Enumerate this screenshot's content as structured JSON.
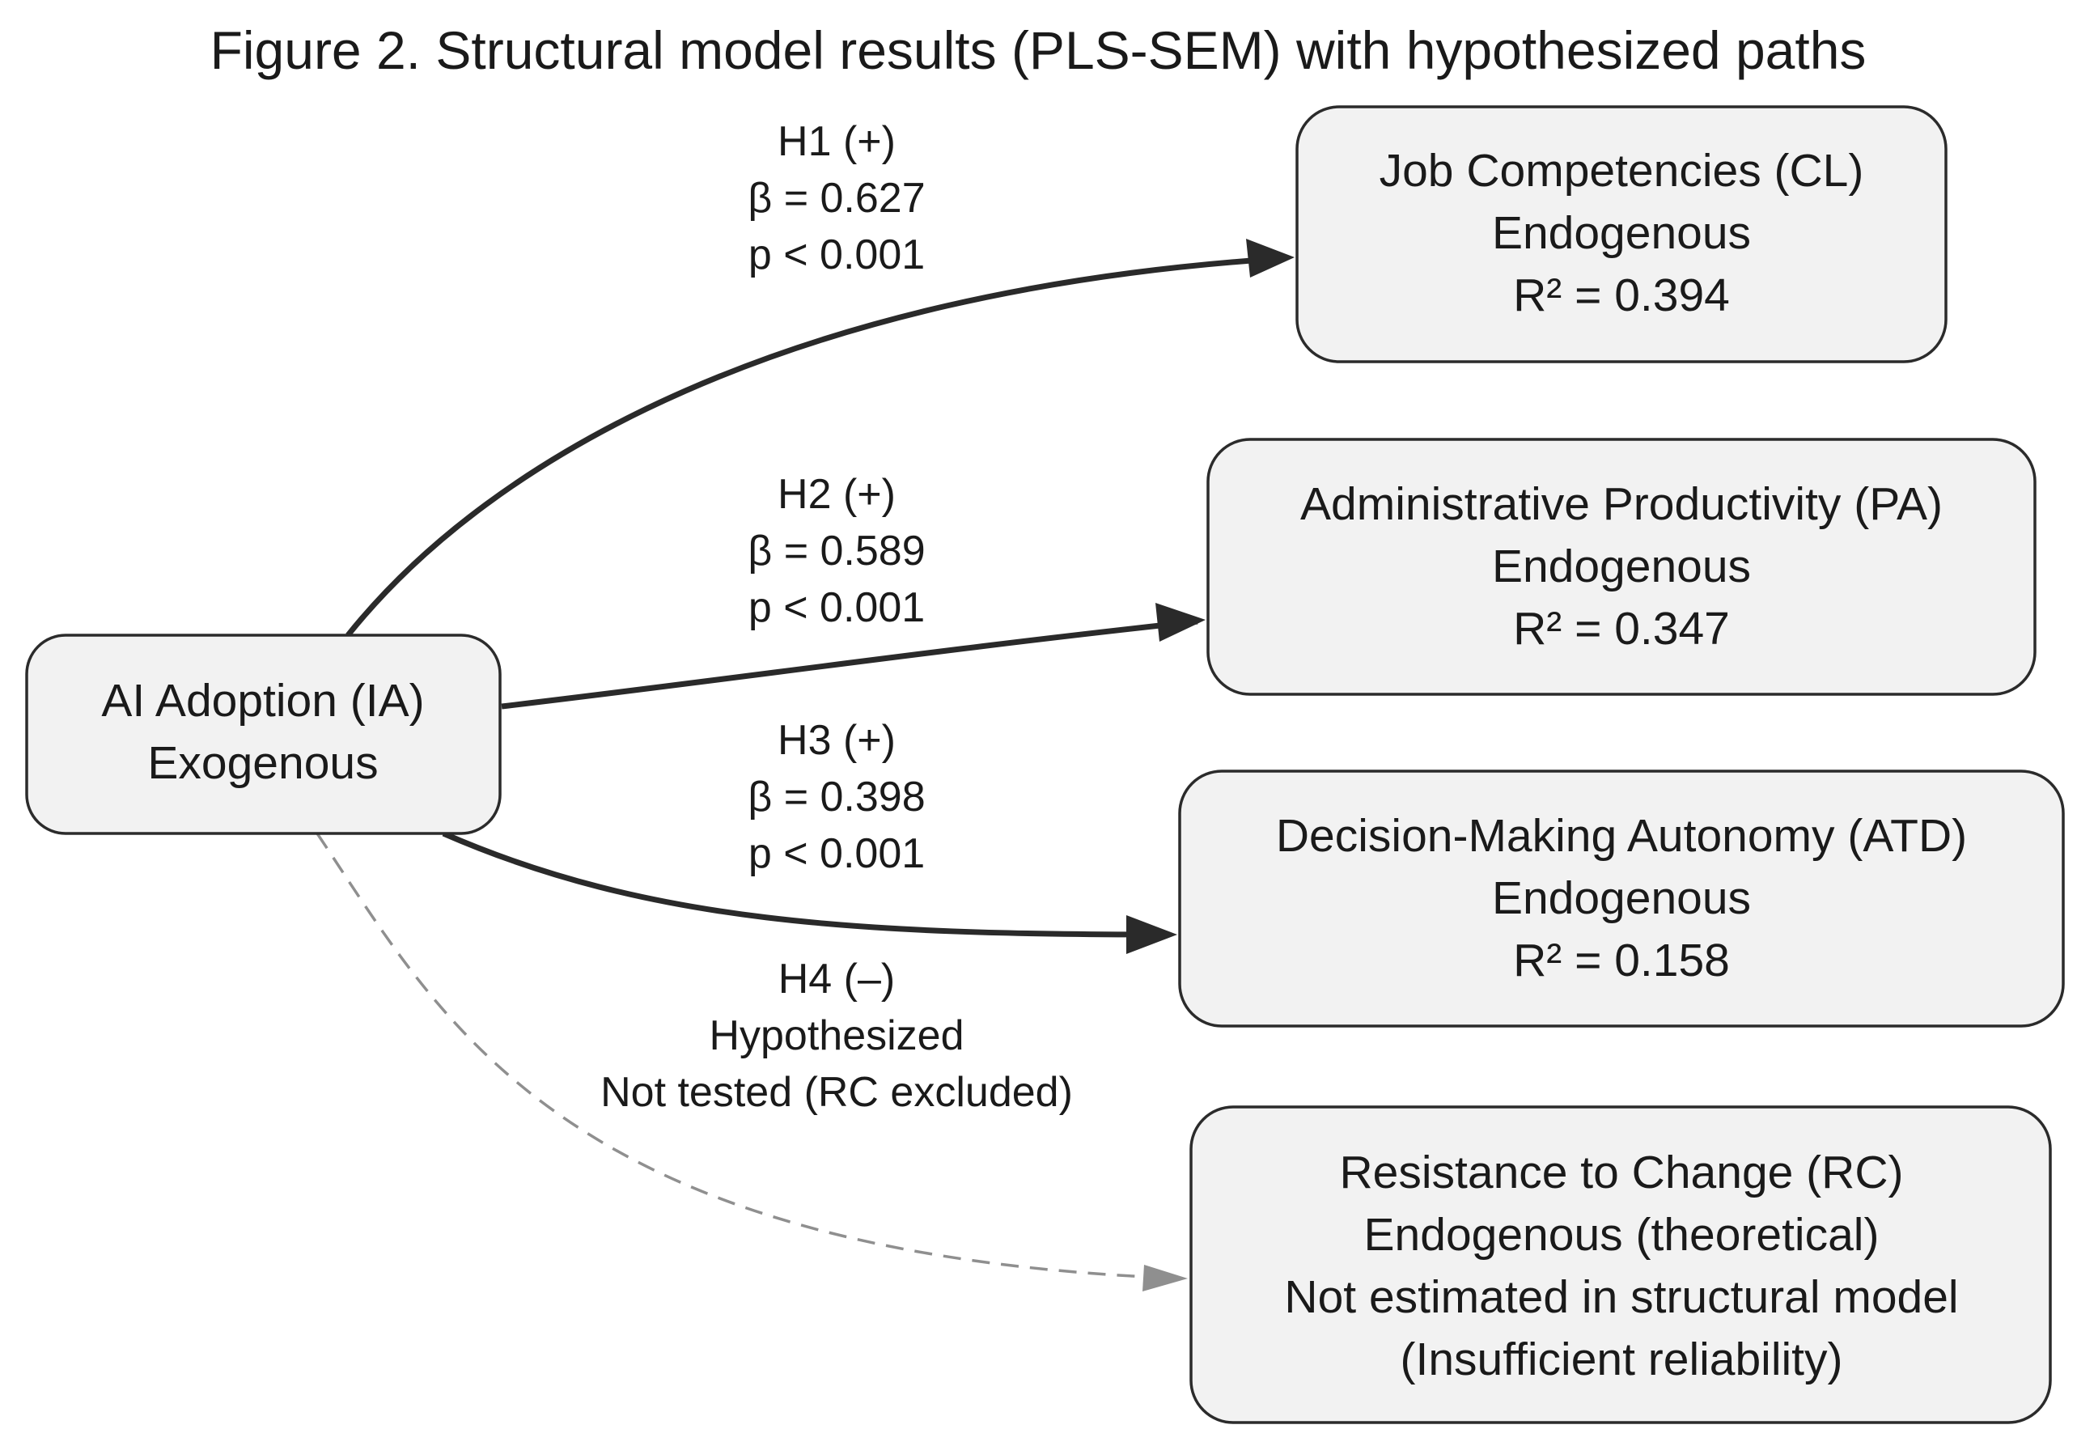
{
  "title": "Figure 2. Structural model results (PLS-SEM) with hypothesized paths",
  "nodes": {
    "ia": {
      "lines": [
        "AI Adoption (IA)",
        "Exogenous"
      ]
    },
    "cl": {
      "lines": [
        "Job Competencies (CL)",
        "Endogenous",
        "R² = 0.394"
      ]
    },
    "pa": {
      "lines": [
        "Administrative Productivity (PA)",
        "Endogenous",
        "R² = 0.347"
      ]
    },
    "atd": {
      "lines": [
        "Decision-Making Autonomy (ATD)",
        "Endogenous",
        "R² = 0.158"
      ]
    },
    "rc": {
      "lines": [
        "Resistance to Change (RC)",
        "Endogenous (theoretical)",
        "Not estimated in structural model",
        "(Insufficient reliability)"
      ]
    }
  },
  "edges": {
    "h1": {
      "lines": [
        "H1 (+)",
        "β = 0.627",
        "p < 0.001"
      ],
      "style": "solid",
      "color": "#2a2a2a"
    },
    "h2": {
      "lines": [
        "H2 (+)",
        "β = 0.589",
        "p < 0.001"
      ],
      "style": "solid",
      "color": "#2a2a2a"
    },
    "h3": {
      "lines": [
        "H3 (+)",
        "β = 0.398",
        "p < 0.001"
      ],
      "style": "solid",
      "color": "#2a2a2a"
    },
    "h4": {
      "lines": [
        "H4 (–)",
        "Hypothesized",
        "Not tested (RC excluded)"
      ],
      "style": "dashed",
      "color": "#8f8f8f"
    }
  }
}
